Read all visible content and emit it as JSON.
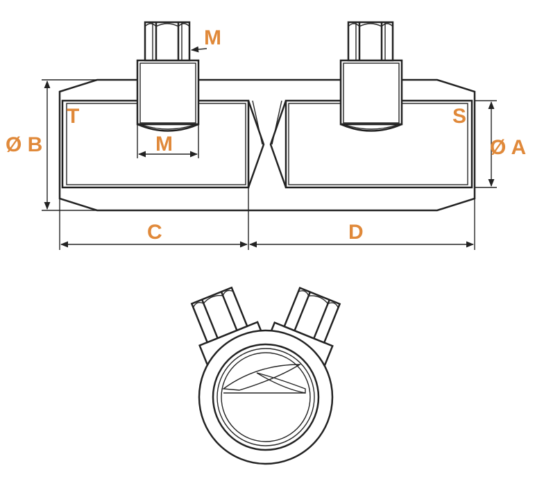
{
  "colors": {
    "label": "#e0893a",
    "line": "#222222",
    "background": "#ffffff"
  },
  "labels": {
    "m_top": "M",
    "m_inner": "M",
    "t": "T",
    "s": "S",
    "dia_b": "Ø B",
    "dia_a": "Ø A",
    "c": "C",
    "d": "D"
  }
}
